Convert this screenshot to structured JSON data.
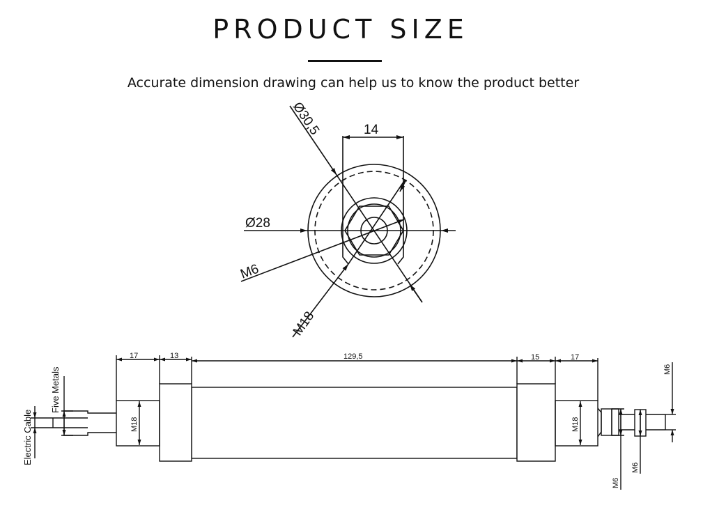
{
  "header": {
    "title": "PRODUCT SIZE",
    "subtitle": "Accurate dimension drawing can help us to know the product better"
  },
  "end_view": {
    "labels": {
      "outer_diameter": "Ø30,5",
      "width_flat": "14",
      "inner_diameter": "Ø28",
      "thread_rod": "M6",
      "thread_nose": "M18"
    }
  },
  "side_view": {
    "dimensions": {
      "left_nose_length": "17",
      "left_cap_length": "13",
      "barrel_length": "129,5",
      "right_cap_length": "15",
      "right_nose_length": "17"
    },
    "labels": {
      "left_nose_thread": "M18",
      "right_nose_thread": "M18",
      "electric_cable": "Electric Cable",
      "five_metals": "Five Metals",
      "rod_thread_top": "M6",
      "nut_thread_1": "M6",
      "nut_thread_2": "M6"
    }
  },
  "colors": {
    "line": "#111111",
    "background": "#ffffff"
  }
}
